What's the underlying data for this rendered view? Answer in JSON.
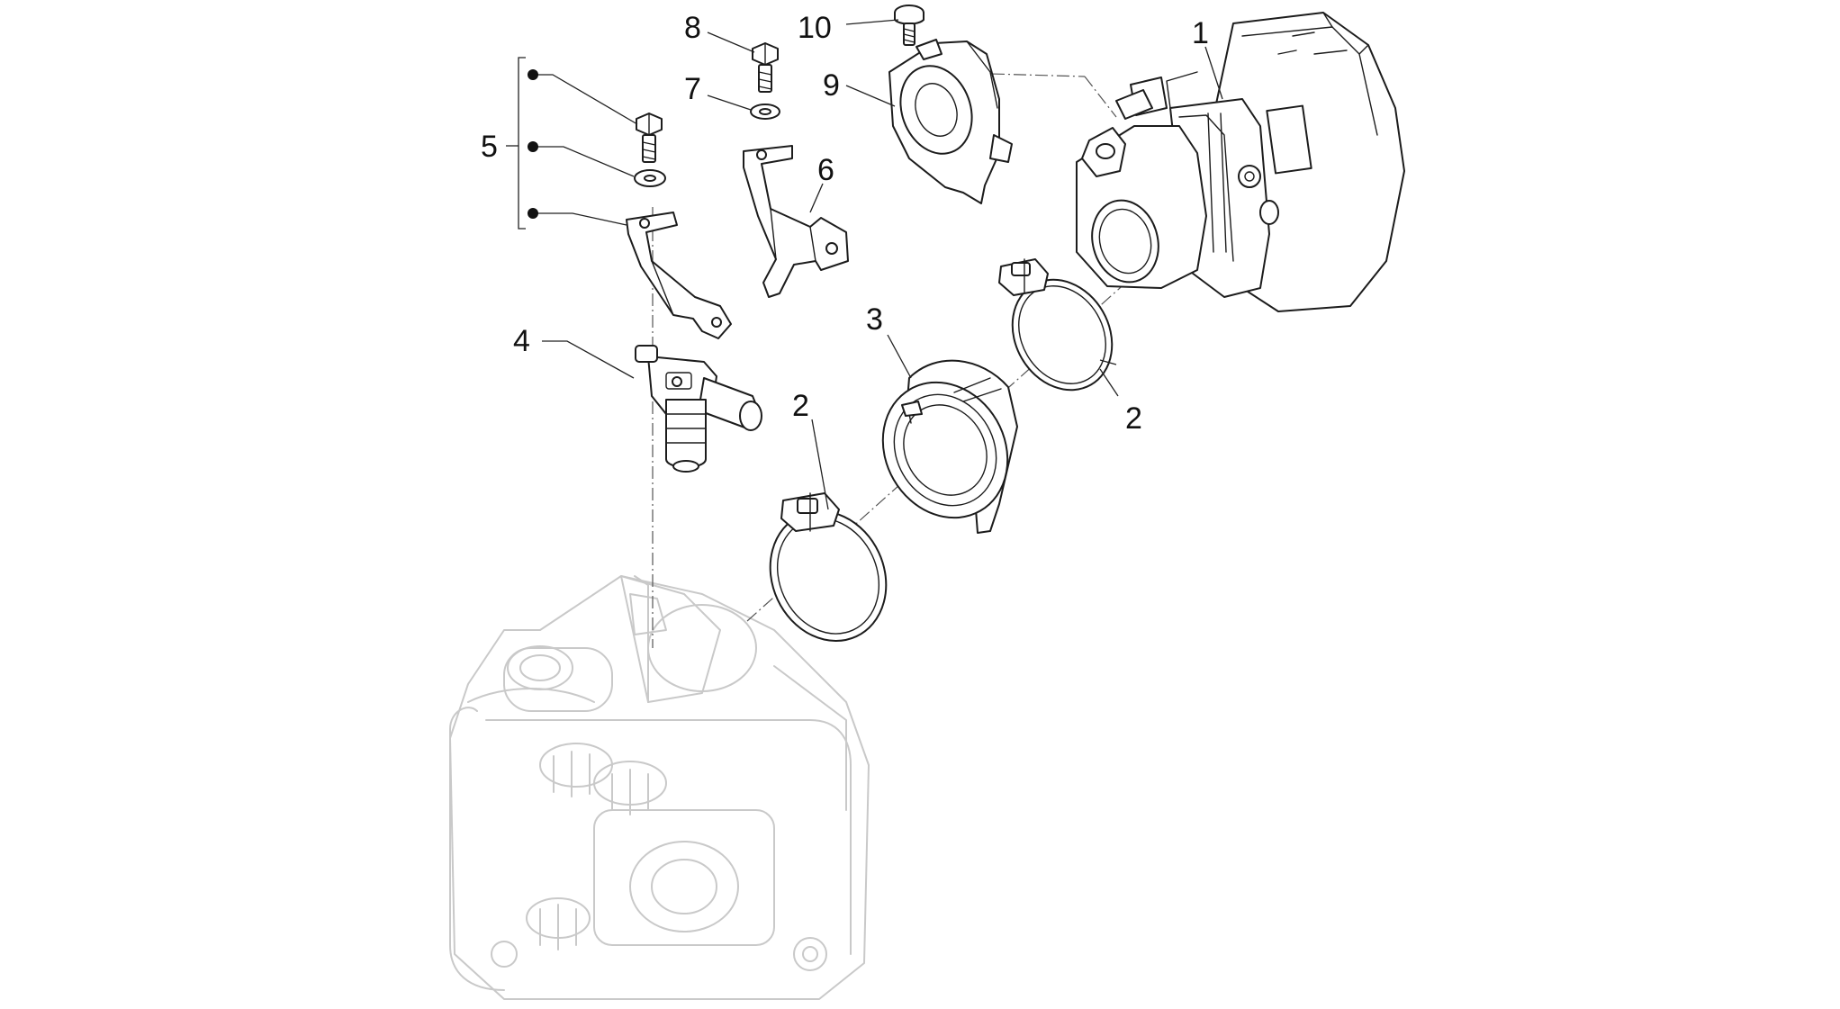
{
  "callouts": [
    {
      "key": "throttle_body",
      "label": "1"
    },
    {
      "key": "clamp_lower",
      "label": "2"
    },
    {
      "key": "clamp_upper",
      "label": "2"
    },
    {
      "key": "intake_manifold",
      "label": "3"
    },
    {
      "key": "injector",
      "label": "4"
    },
    {
      "key": "injector_bracket_kit",
      "label": "5"
    },
    {
      "key": "bracket",
      "label": "6"
    },
    {
      "key": "washer",
      "label": "7"
    },
    {
      "key": "bolt",
      "label": "8"
    },
    {
      "key": "cover",
      "label": "9"
    },
    {
      "key": "screw",
      "label": "10"
    }
  ]
}
